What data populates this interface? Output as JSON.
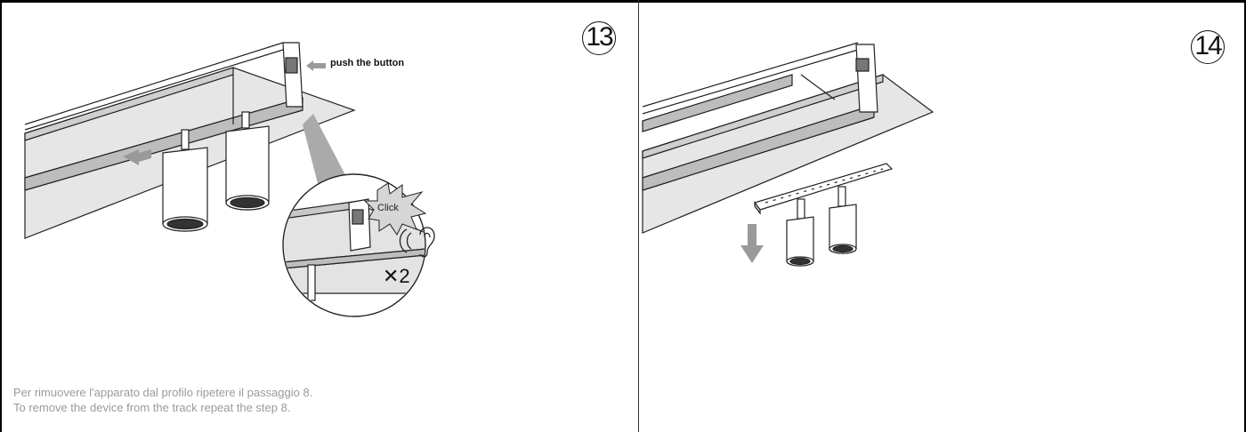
{
  "step13": {
    "number": "13",
    "callout_label": "push the button",
    "click_label": "Click",
    "repeat_label": "✕2"
  },
  "step14": {
    "number": "14"
  },
  "captions": {
    "italian": "Per rimuovere l'apparato dal profilo ripetere il passaggio 8.",
    "english": "To remove the device from the track repeat the step 8."
  },
  "colors": {
    "arrow": "#9a9a9a",
    "panel_fill": "#e3e3e3",
    "caption_text": "#9a9a9a"
  }
}
